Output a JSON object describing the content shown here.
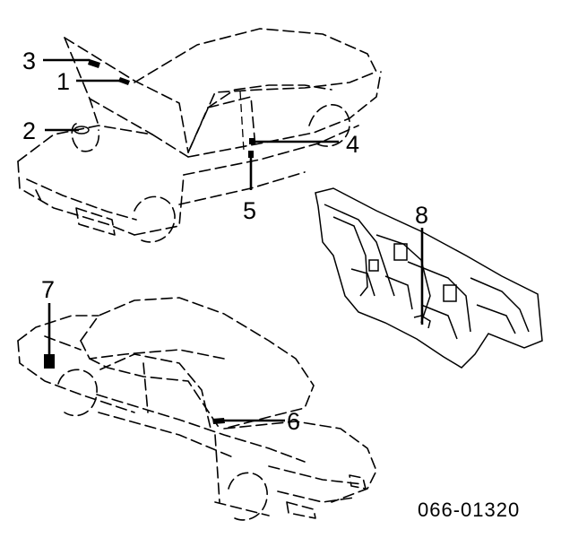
{
  "callouts": {
    "c1": "1",
    "c2": "2",
    "c3": "3",
    "c4": "4",
    "c5": "5",
    "c6": "6",
    "c7": "7",
    "c8": "8"
  },
  "diagram_code": "066-01320"
}
